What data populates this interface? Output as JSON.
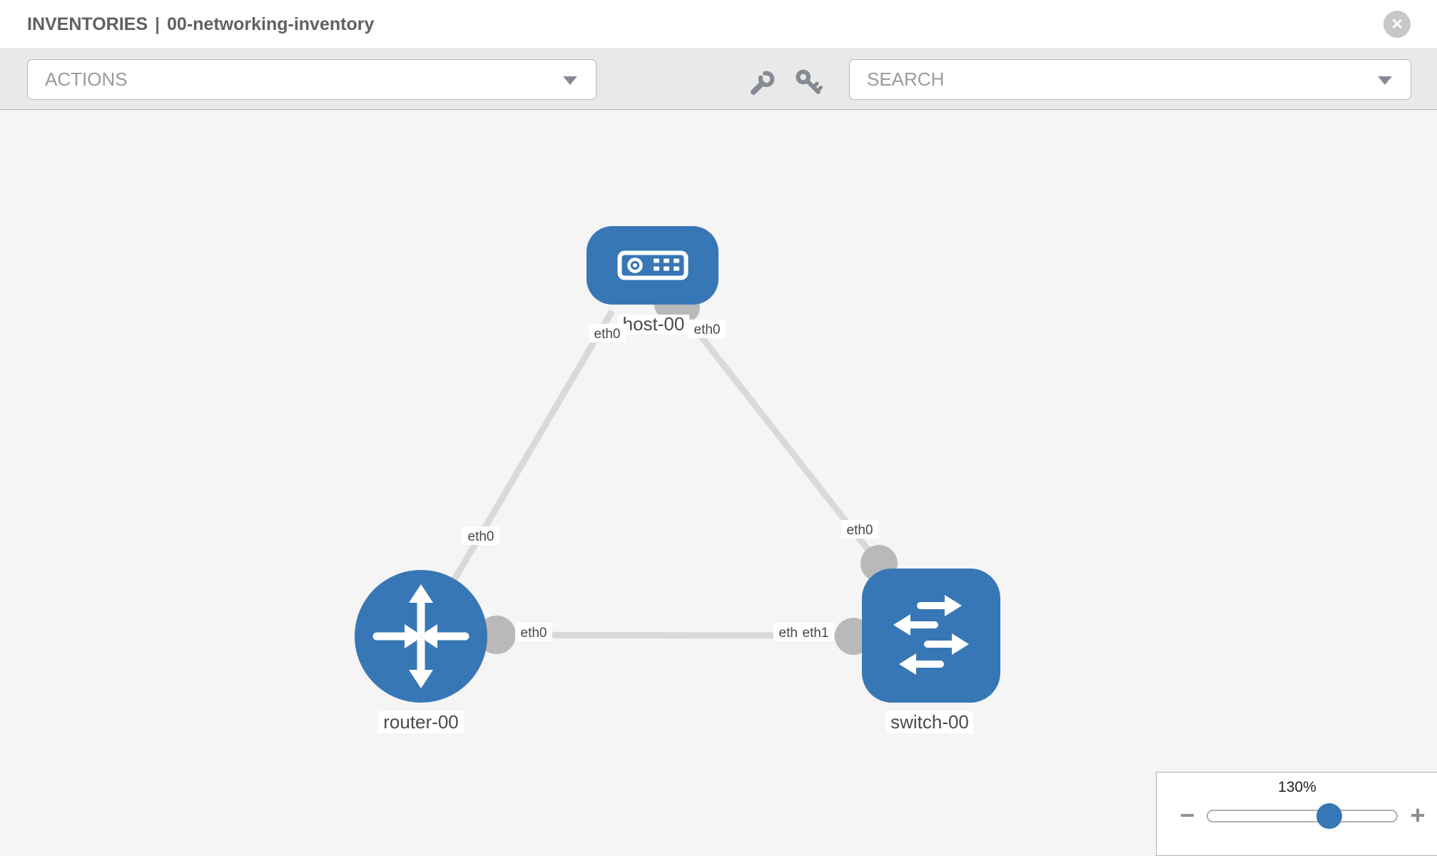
{
  "header": {
    "section": "INVENTORIES",
    "separator": "|",
    "title": "00-networking-inventory",
    "close_glyph": "✕"
  },
  "toolbar": {
    "actions_placeholder": "ACTIONS",
    "search_placeholder": "SEARCH"
  },
  "diagram": {
    "nodes": [
      {
        "label": "host-00",
        "type": "host"
      },
      {
        "label": "router-00",
        "type": "router"
      },
      {
        "label": "switch-00",
        "type": "switch"
      }
    ],
    "interfaces": {
      "host_left": "eth0",
      "host_right": "eth0",
      "router_host_link_router_end": "eth0",
      "host_switch_link_switch_end": "eth0",
      "router_switch_link_router_end": "eth0",
      "router_switch_link_switch_end_under": "eth0",
      "router_switch_link_switch_end_over": "eth1"
    }
  },
  "zoom": {
    "level": "130%",
    "minus_glyph": "−",
    "plus_glyph": "+"
  },
  "colors": {
    "node_blue": "#3877b5",
    "link_gray": "#d9d9d9",
    "port_gray": "#b9b9b9",
    "canvas_bg": "#f5f5f5",
    "toolbar_bg": "#e9e9e9"
  }
}
